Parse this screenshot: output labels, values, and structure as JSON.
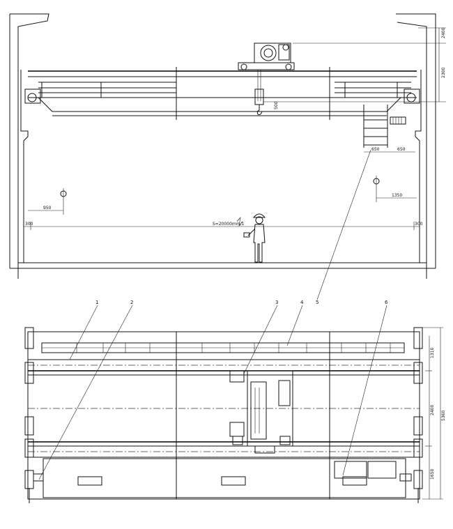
{
  "elevation": {
    "dims": {
      "top_right_1": "2400",
      "top_right_2": "2300",
      "hook_offset": "500",
      "ladder_w1": "650",
      "ladder_w2": "650",
      "left_offset": "950",
      "right_offset": "1350",
      "span_left_end": "300",
      "span_right_end": "300",
      "span_label": "S=20000mm/1"
    }
  },
  "plan": {
    "callouts": [
      "1",
      "2",
      "3",
      "4",
      "5",
      "6"
    ],
    "dims": {
      "d1": "1310",
      "d2": "2400",
      "d3": "1650",
      "total": "5360"
    }
  }
}
